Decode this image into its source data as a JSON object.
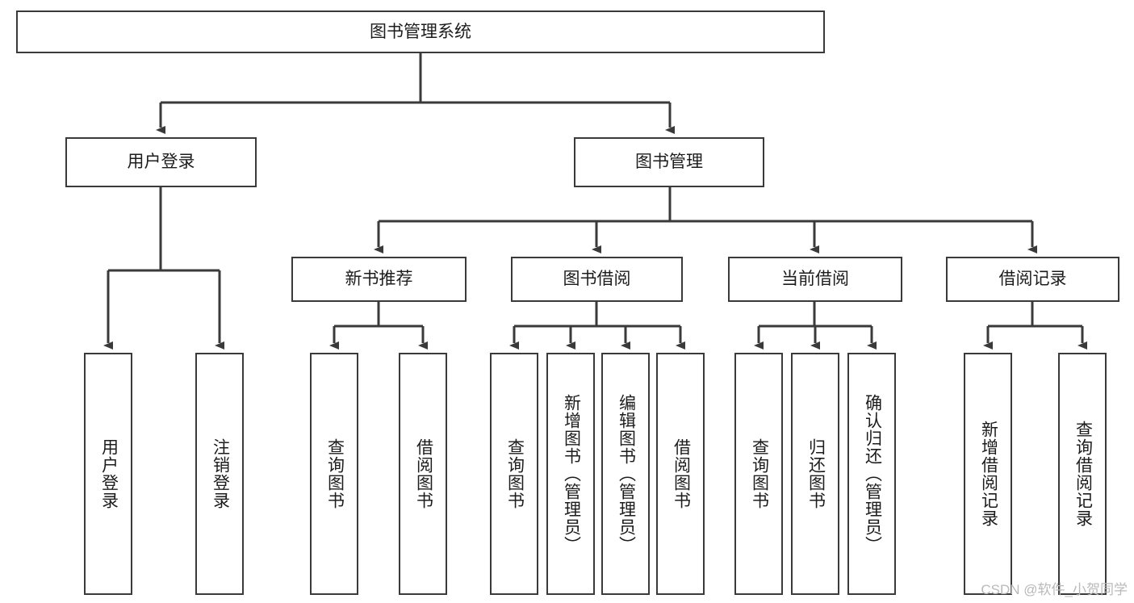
{
  "diagram": {
    "title": "图书管理系统",
    "type": "function-structure-tree",
    "root": {
      "label": "图书管理系统"
    },
    "level2": [
      {
        "label": "用户登录"
      },
      {
        "label": "图书管理"
      }
    ],
    "level3": [
      {
        "label": "新书推荐"
      },
      {
        "label": "图书借阅"
      },
      {
        "label": "当前借阅"
      },
      {
        "label": "借阅记录"
      }
    ],
    "leaves": {
      "user_login": [
        {
          "label": "用户登录"
        },
        {
          "label": "注销登录"
        }
      ],
      "new_book_recommend": [
        {
          "label": "查询图书"
        },
        {
          "label": "借阅图书"
        }
      ],
      "book_borrow": [
        {
          "label": "查询图书"
        },
        {
          "label": "新增图书（管理员）"
        },
        {
          "label": "编辑图书（管理员）"
        },
        {
          "label": "借阅图书"
        }
      ],
      "current_borrow": [
        {
          "label": "查询图书"
        },
        {
          "label": "归还图书"
        },
        {
          "label": "确认归还（管理员）"
        }
      ],
      "borrow_record": [
        {
          "label": "新增借阅记录"
        },
        {
          "label": "查询借阅记录"
        }
      ]
    }
  },
  "watermark": {
    "text": "CSDN @软件_小贺同学"
  },
  "colors": {
    "border": "#3a3a3a",
    "text": "#1c1c1c",
    "background": "#ffffff",
    "watermark": "#b9b9b9"
  }
}
